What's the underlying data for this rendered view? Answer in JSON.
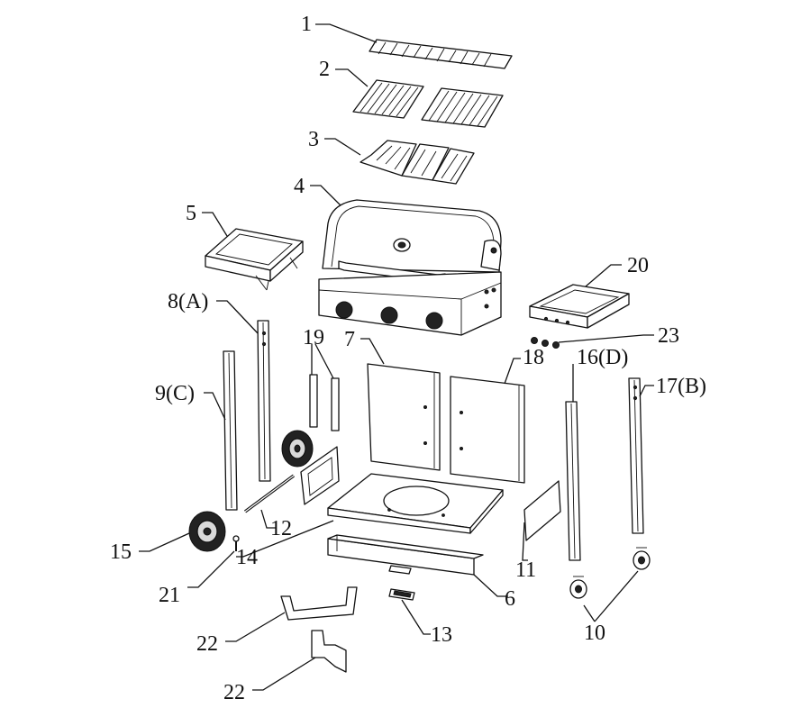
{
  "callouts": [
    {
      "id": "c1",
      "text": "1"
    },
    {
      "id": "c2",
      "text": "2"
    },
    {
      "id": "c3",
      "text": "3"
    },
    {
      "id": "c4",
      "text": "4"
    },
    {
      "id": "c5",
      "text": "5"
    },
    {
      "id": "c6",
      "text": "6"
    },
    {
      "id": "c7",
      "text": "7"
    },
    {
      "id": "c8",
      "text": "8(A)"
    },
    {
      "id": "c9",
      "text": "9(C)"
    },
    {
      "id": "c10",
      "text": "10"
    },
    {
      "id": "c11",
      "text": "11"
    },
    {
      "id": "c12",
      "text": "12"
    },
    {
      "id": "c13",
      "text": "13"
    },
    {
      "id": "c14",
      "text": "14"
    },
    {
      "id": "c15",
      "text": "15"
    },
    {
      "id": "c16",
      "text": "16(D)"
    },
    {
      "id": "c17",
      "text": "17(B)"
    },
    {
      "id": "c18",
      "text": "18"
    },
    {
      "id": "c19",
      "text": "19"
    },
    {
      "id": "c20",
      "text": "20"
    },
    {
      "id": "c21",
      "text": "21"
    },
    {
      "id": "c22a",
      "text": "22"
    },
    {
      "id": "c22b",
      "text": "22"
    },
    {
      "id": "c23",
      "text": "23"
    }
  ]
}
